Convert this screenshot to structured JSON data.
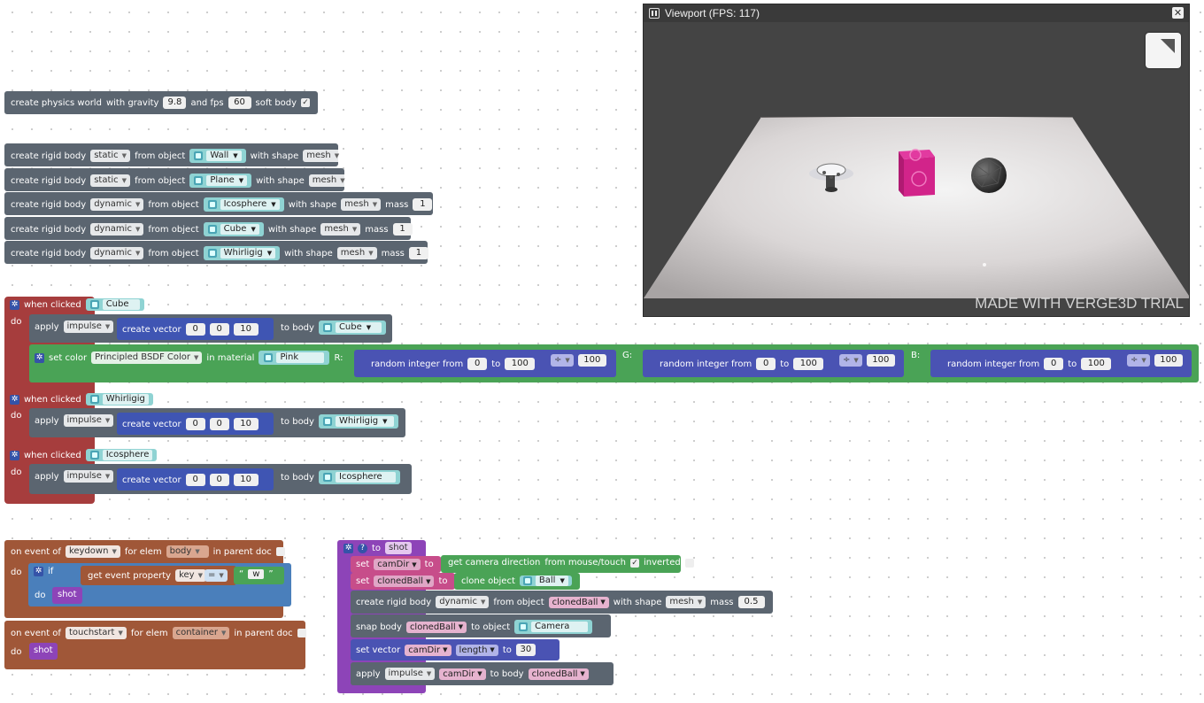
{
  "physics_world": {
    "label": "create physics world",
    "gravity_label": "with gravity",
    "gravity": "9.8",
    "fps_label": "and fps",
    "fps": "60",
    "soft_label": "soft body",
    "soft_check": "✓"
  },
  "rigid_bodies": [
    {
      "label": "create rigid body",
      "type": "static",
      "from": "from object",
      "object": "Wall",
      "shape_label": "with shape",
      "shape": "mesh"
    },
    {
      "label": "create rigid body",
      "type": "static",
      "from": "from object",
      "object": "Plane",
      "shape_label": "with shape",
      "shape": "mesh"
    },
    {
      "label": "create rigid body",
      "type": "dynamic",
      "from": "from object",
      "object": "Icosphere",
      "shape_label": "with shape",
      "shape": "mesh",
      "mass_label": "mass",
      "mass": "1"
    },
    {
      "label": "create rigid body",
      "type": "dynamic",
      "from": "from object",
      "object": "Cube",
      "shape_label": "with shape",
      "shape": "mesh",
      "mass_label": "mass",
      "mass": "1"
    },
    {
      "label": "create rigid body",
      "type": "dynamic",
      "from": "from object",
      "object": "Whirligig",
      "shape_label": "with shape",
      "shape": "mesh",
      "mass_label": "mass",
      "mass": "1"
    }
  ],
  "when_clicked": {
    "label": "when clicked",
    "do": "do",
    "apply": "apply",
    "impulse": "impulse",
    "create_vector": "create vector",
    "to_body": "to body",
    "items": [
      {
        "object": "Cube",
        "x": "0",
        "y": "0",
        "z": "10",
        "body": "Cube"
      },
      {
        "object": "Whirligig",
        "x": "0",
        "y": "0",
        "z": "10",
        "body": "Whirligig"
      },
      {
        "object": "Icosphere",
        "x": "0",
        "y": "0",
        "z": "10",
        "body": "Icosphere"
      }
    ],
    "set_color": {
      "label": "set color",
      "node": "Principled BSDF Color",
      "in_material": "in material",
      "material": "Pink",
      "r": "R:",
      "g": "G:",
      "b": "B:",
      "rand": "random integer from",
      "to": "to",
      "from": "0",
      "max": "100",
      "op": "÷",
      "div": "100"
    }
  },
  "keydown": {
    "label": "on event of",
    "event": "keydown",
    "for_elem": "for elem",
    "elem": "body",
    "in_parent": "in parent doc",
    "do": "do",
    "if": "if",
    "get_prop": "get event property",
    "prop": "key",
    "eq": "=",
    "quote_l": "“",
    "value": "w",
    "quote_r": "”",
    "call": "shot"
  },
  "touchstart": {
    "label": "on event of",
    "event": "touchstart",
    "for_elem": "for elem",
    "elem": "container",
    "in_parent": "in parent doc",
    "do": "do",
    "call": "shot"
  },
  "shot_proc": {
    "to": "to",
    "name": "shot",
    "set": "set",
    "var1": "camDir",
    "to_word": "to",
    "get_cam_dir": "get camera direction",
    "from_mouse": "from mouse/touch",
    "inverted": "inverted",
    "check": "✓",
    "var2": "clonedBall",
    "clone": "clone object",
    "clone_obj": "Ball",
    "create_rb": "create rigid body",
    "rb_type": "dynamic",
    "from_obj": "from object",
    "with_shape": "with shape",
    "shape": "mesh",
    "mass": "mass",
    "mass_val": "0.5",
    "snap": "snap body",
    "to_object": "to object",
    "snap_obj": "Camera",
    "set_vector": "set vector",
    "length": "length",
    "len_to": "to",
    "len_val": "30",
    "apply": "apply",
    "impulse": "impulse",
    "to_body": "to body"
  },
  "viewport": {
    "title": "Viewport (FPS: 117)",
    "watermark": "MADE WITH VERGE3D TRIAL"
  },
  "icons": {
    "pause": "pause-icon",
    "close": "close-icon",
    "fullscreen": "fullscreen-icon",
    "gear": "gear-icon",
    "help": "help-icon",
    "object": "object-icon"
  },
  "colors": {
    "gray_block": "#5b6570",
    "vector_block": "#3f55b3",
    "green_block": "#4aa356",
    "red_block": "#a63d3d",
    "brown_block": "#a05738",
    "purple_block": "#8d44b8",
    "cube_magenta": "#d2248a"
  }
}
